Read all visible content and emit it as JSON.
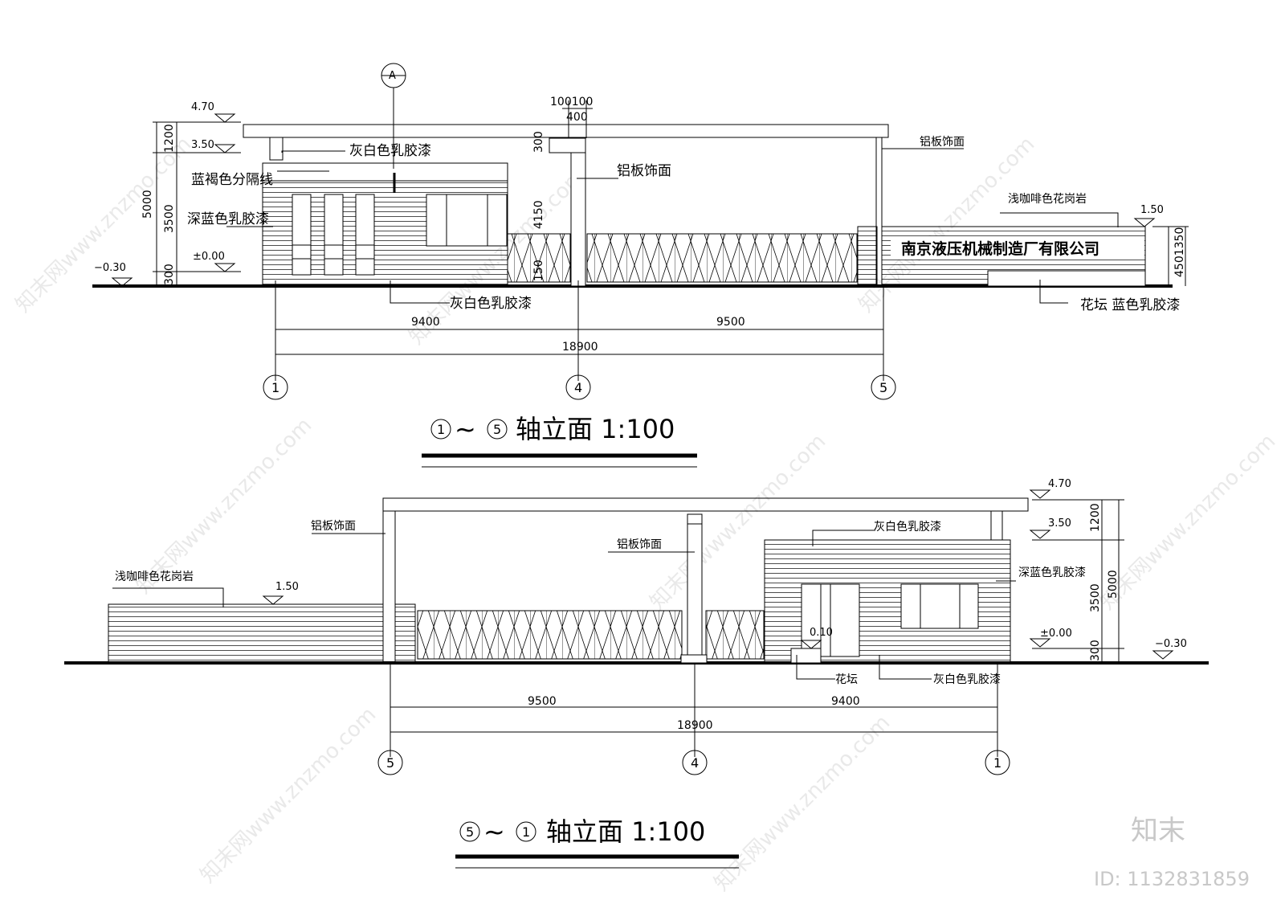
{
  "watermark": "知末网www.znzmo.com",
  "brand": {
    "logo": "知末",
    "id": "ID: 1132831859"
  },
  "elev1": {
    "title": "轴立面 1:100",
    "title_axes": [
      "1",
      "5"
    ],
    "grid_axes": [
      "1",
      "4",
      "5"
    ],
    "dims": {
      "left": "9400",
      "right": "9500",
      "total": "18900",
      "v1200": "1200",
      "v3500": "3500",
      "v300": "300",
      "v5000": "5000",
      "v4150": "4150",
      "v150": "150",
      "v4501350": "4501350",
      "top": "100100",
      "top2": "400",
      "col300": "300"
    },
    "levels": {
      "l470": "4.70",
      "l350": "3.50",
      "l000": "±0.00",
      "lm030": "−0.30",
      "l150": "1.50"
    },
    "labels": {
      "grayPaint": "灰白色乳胶漆",
      "blueLine": "蓝褐色分隔线",
      "darkBlue": "深蓝色乳胶漆",
      "alu1": "铝板饰面",
      "alu2": "铝板饰面",
      "granite": "浅咖啡色花岗岩",
      "grayBottom": "灰白色乳胶漆",
      "planter": "花坛  蓝色乳胶漆",
      "axisA": "A",
      "sign": "南京液压机械制造厂有限公司"
    }
  },
  "elev2": {
    "title": "轴立面 1:100",
    "title_axes": [
      "5",
      "1"
    ],
    "grid_axes": [
      "5",
      "4",
      "1"
    ],
    "dims": {
      "left": "9500",
      "right": "9400",
      "total": "18900",
      "v1200": "1200",
      "v3500": "3500",
      "v300": "300",
      "v5000": "5000"
    },
    "levels": {
      "l470": "4.70",
      "l350": "3.50",
      "l000": "±0.00",
      "lm030": "−0.30",
      "l150": "1.50",
      "l010": "0.10"
    },
    "labels": {
      "alu1": "铝板饰面",
      "alu2": "铝板饰面",
      "granite": "浅咖啡色花岗岩",
      "grayPaint": "灰白色乳胶漆",
      "darkBlue": "深蓝色乳胶漆",
      "planter": "花坛",
      "grayBottom": "灰白色乳胶漆"
    }
  }
}
